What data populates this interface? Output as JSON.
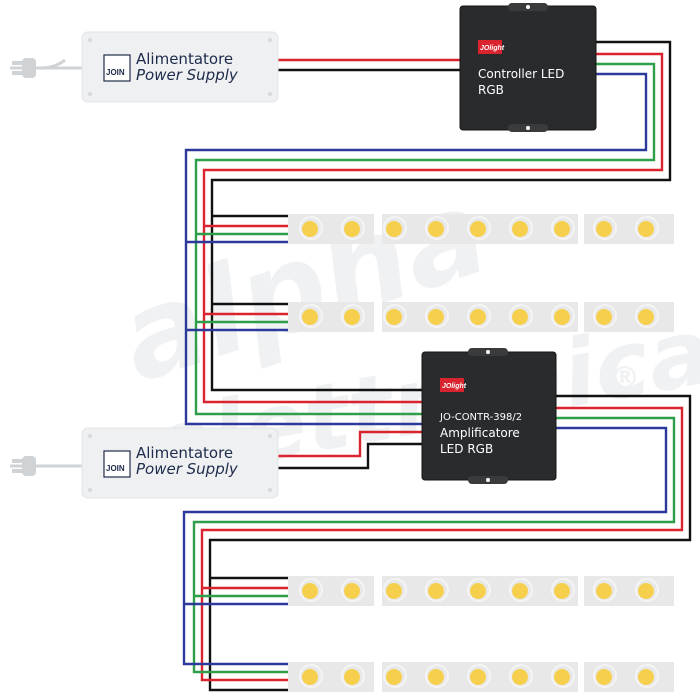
{
  "watermark": {
    "line1": "alpha",
    "line2": "elettronica",
    "registered": "®"
  },
  "power_supply_top": {
    "brand": "JOIN",
    "title": "Alimentatore",
    "subtitle": "Power  Supply"
  },
  "power_supply_bottom": {
    "brand": "JOIN",
    "title": "Alimentatore",
    "subtitle": "Power  Supply"
  },
  "controller": {
    "logo": "JOlight",
    "line1": "Controller LED",
    "line2": "RGB"
  },
  "amplifier": {
    "logo": "JOlight",
    "model": "JO-CONTR-398/2",
    "line1": "Amplificatore",
    "line2": "LED RGB"
  },
  "wire_colors": {
    "black": "#111111",
    "red": "#d9232e",
    "green": "#2e9e48",
    "blue": "#2b3a9a"
  },
  "strip": {
    "background": "#e8e8e8",
    "led_color": "#f6d04d",
    "leds_per_strip": 9
  },
  "strip_count": 4
}
